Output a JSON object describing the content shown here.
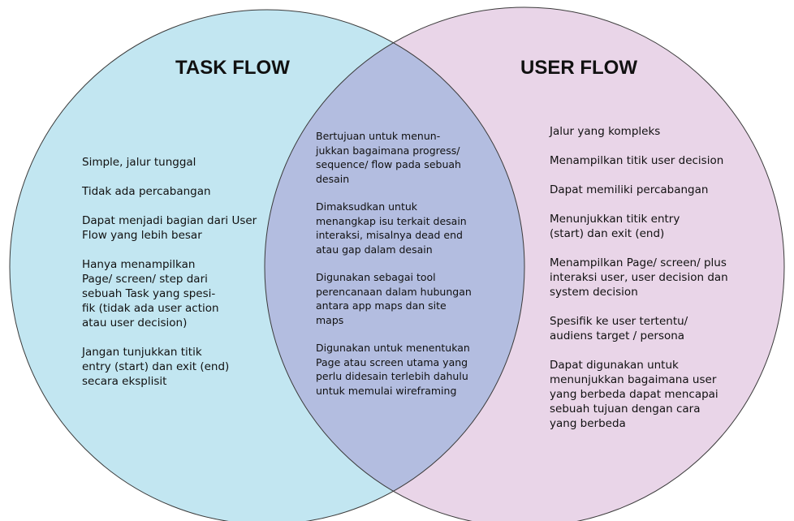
{
  "colors": {
    "left_fill": "#c2e6f1",
    "right_fill": "#e9d5e8",
    "overlap_fill": "#b3bde0",
    "stroke": "#3b3b3b"
  },
  "task_flow": {
    "title": "TASK FLOW",
    "items": [
      "Simple, jalur tunggal",
      "Tidak ada percabangan",
      "Dapat menjadi bagian dari User\nFlow yang lebih besar",
      "Hanya menampilkan\nPage/ screen/ step dari\nsebuah Task yang spesi-\nfik (tidak ada user action\natau user decision)",
      "Jangan tunjukkan titik\nentry (start) dan exit (end)\nsecara eksplisit"
    ]
  },
  "both": {
    "items": [
      "Bertujuan untuk menun-\njukkan bagaimana progress/\nsequence/ flow pada sebuah\ndesain",
      "Dimaksudkan untuk\nmenangkap isu terkait desain\ninteraksi, misalnya dead end\natau gap dalam desain",
      "Digunakan sebagai tool\nperencanaan dalam hubungan\nantara app maps dan site\nmaps",
      "Digunakan untuk menentukan\nPage atau screen utama yang\nperlu didesain terlebih dahulu\nuntuk memulai wireframing"
    ]
  },
  "user_flow": {
    "title": "USER FLOW",
    "items": [
      "Jalur yang kompleks",
      "Menampilkan titik user decision",
      "Dapat memiliki percabangan",
      "Menunjukkan titik entry\n(start) dan exit (end)",
      "Menampilkan Page/ screen/ plus\ninteraksi user, user decision dan\nsystem decision",
      "Spesifik ke user tertentu/\naudiens target / persona",
      "Dapat digunakan untuk\nmenunjukkan bagaimana user\nyang berbeda dapat mencapai\nsebuah tujuan dengan cara\nyang berbeda"
    ]
  }
}
